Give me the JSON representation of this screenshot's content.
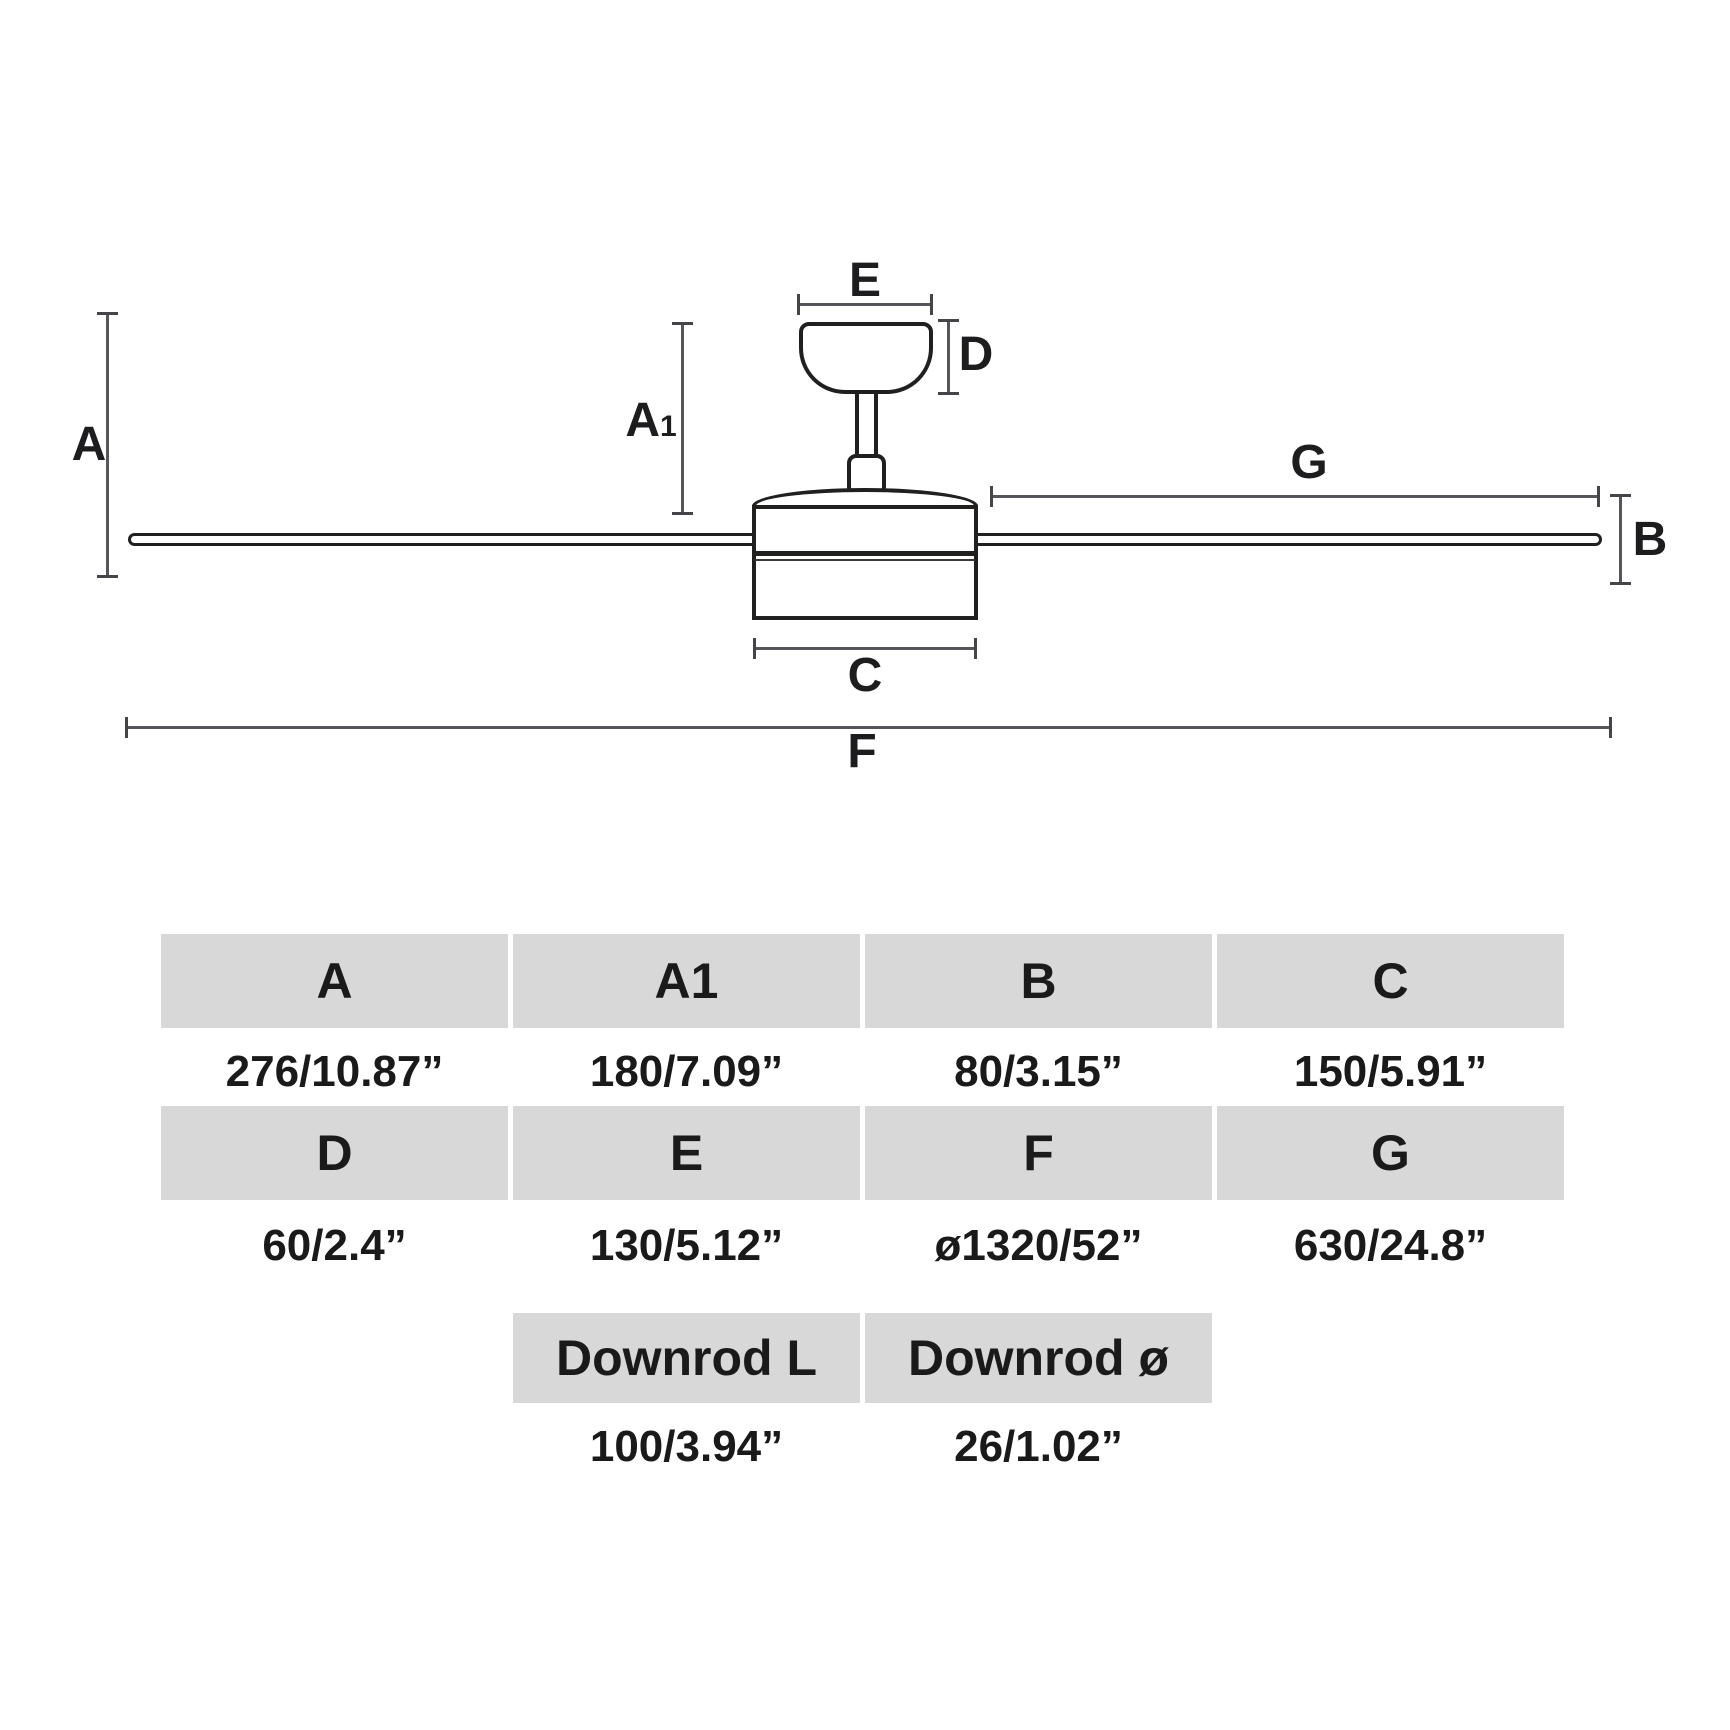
{
  "diagram": {
    "labels": {
      "A": "A",
      "A1_main": "A",
      "A1_sub": "1",
      "B": "B",
      "C": "C",
      "D": "D",
      "E": "E",
      "F": "F",
      "G": "G"
    },
    "colors": {
      "outline": "#221f1f",
      "dimension_line": "#55555a",
      "label_text": "#1d1d1f"
    }
  },
  "table": {
    "colors": {
      "header_bg": "#d8d8d8",
      "text": "#1a1a1a"
    },
    "rows": [
      {
        "headers": [
          "A",
          "A1",
          "B",
          "C"
        ],
        "values": [
          "276/10.87”",
          "180/7.09”",
          "80/3.15”",
          "150/5.91”"
        ]
      },
      {
        "headers": [
          "D",
          "E",
          "F",
          "G"
        ],
        "values": [
          "60/2.4”",
          "130/5.12”",
          "ø1320/52”",
          "630/24.8”"
        ]
      },
      {
        "headers": [
          "Downrod L",
          "Downrod ø"
        ],
        "values": [
          "100/3.94”",
          "26/1.02”"
        ]
      }
    ]
  }
}
